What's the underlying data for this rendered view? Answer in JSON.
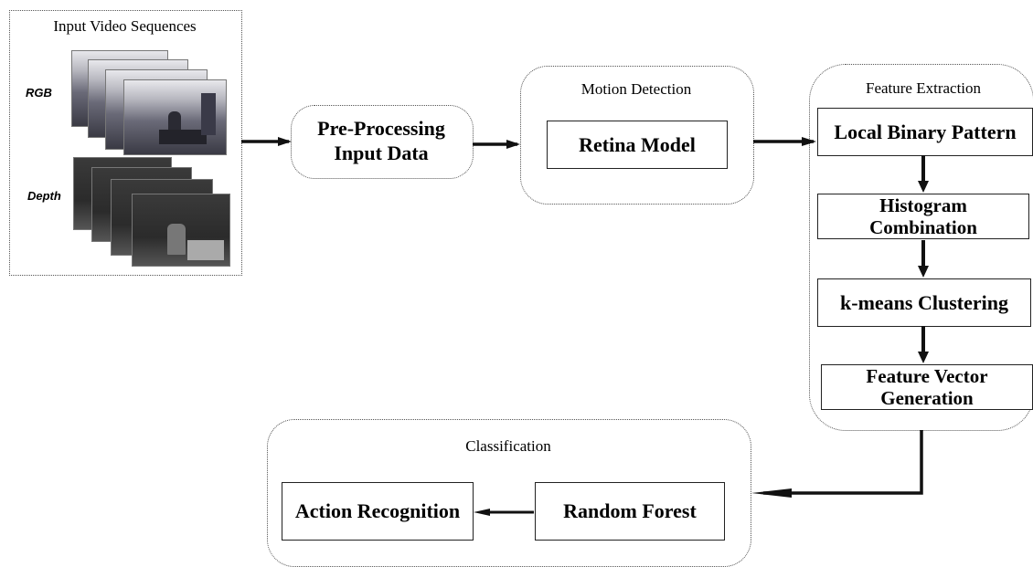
{
  "input_group": {
    "title": "Input Video Sequences",
    "rgb_label": "RGB",
    "depth_label": "Depth"
  },
  "preprocessing": {
    "line1": "Pre-Processing",
    "line2": "Input Data"
  },
  "motion_detection": {
    "title": "Motion Detection",
    "box": "Retina Model"
  },
  "feature_extraction": {
    "title": "Feature Extraction",
    "steps": [
      "Local Binary Pattern",
      "Histogram Combination",
      "k-means Clustering",
      "Feature Vector Generation"
    ]
  },
  "classification": {
    "title": "Classification",
    "random_forest": "Random Forest",
    "action_recognition": "Action Recognition"
  }
}
